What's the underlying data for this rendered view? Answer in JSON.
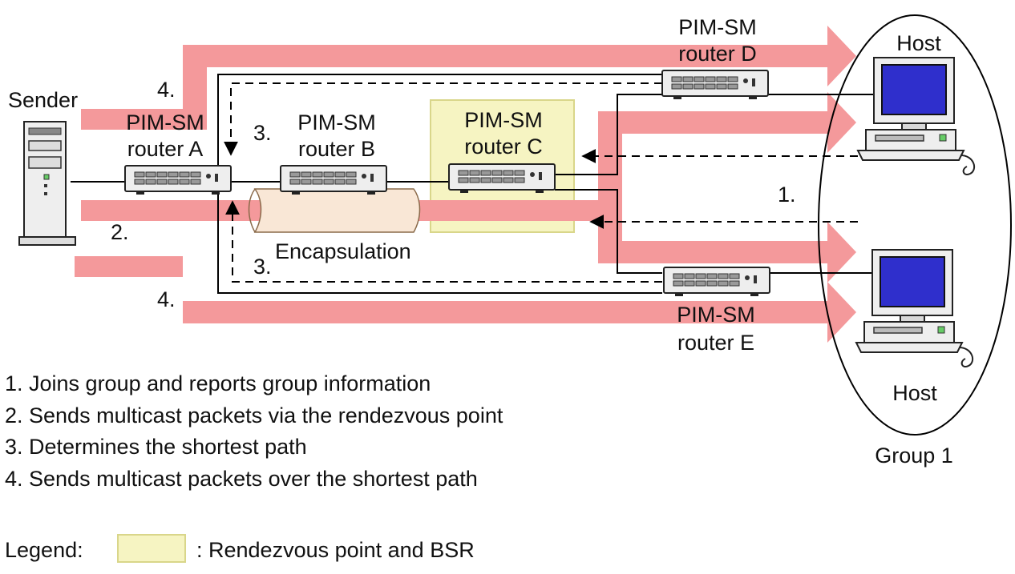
{
  "labels": {
    "sender": "Sender",
    "router_a": [
      "PIM-SM",
      "router A"
    ],
    "router_b": [
      "PIM-SM",
      "router B"
    ],
    "router_c": [
      "PIM-SM",
      "router C"
    ],
    "router_d": [
      "PIM-SM",
      "router D"
    ],
    "router_e": [
      "PIM-SM",
      "router E"
    ],
    "host_top": "Host",
    "host_bottom": "Host",
    "group": "Group 1",
    "encapsulation": "Encapsulation",
    "step_4_top": "4.",
    "step_3_top": "3.",
    "step_2": "2.",
    "step_3_bottom": "3.",
    "step_4_bottom": "4.",
    "step_1": "1."
  },
  "steps": [
    "1. Joins group and reports group information",
    "2. Sends multicast packets via the rendezvous point",
    "3. Determines the shortest path",
    "4. Sends multicast packets over the shortest path"
  ],
  "legend": {
    "prefix": "Legend:",
    "text": ": Rendezvous point and BSR"
  },
  "colors": {
    "flow_arrow": "#f4999b",
    "rendezvous_box": "#f6f4c2",
    "rendezvous_border": "#d9d68a",
    "encapsulation": "#f9e7d6",
    "router_body": "#eeeeee",
    "screen": "#2f2fcc"
  }
}
